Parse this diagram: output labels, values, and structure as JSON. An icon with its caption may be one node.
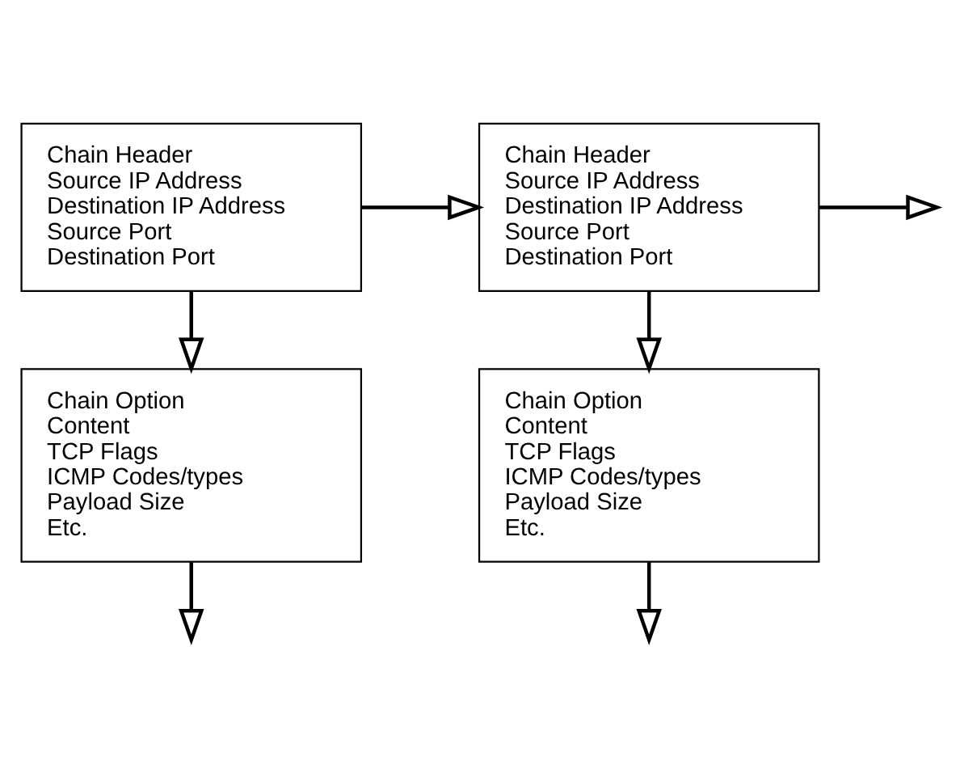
{
  "diagram": {
    "nodes": [
      {
        "text": [
          "Chain Header",
          "Source IP Address",
          "Destination IP Address",
          "Source Port",
          "Destination Port"
        ]
      },
      {
        "text": [
          "Chain Header",
          "Source IP Address",
          "Destination IP Address",
          "Source Port",
          "Destination Port"
        ]
      },
      {
        "text": [
          "Chain Option",
          "Content",
          "TCP Flags",
          "ICMP Codes/types",
          "Payload Size",
          "Etc."
        ]
      },
      {
        "text": [
          "Chain Option",
          "Content",
          "TCP Flags",
          "ICMP Codes/types",
          "Payload Size",
          "Etc."
        ]
      }
    ],
    "edges": [
      {
        "from": 0,
        "to": 1,
        "arrow": "to"
      },
      {
        "from": 1,
        "to": null,
        "arrow": "to"
      },
      {
        "from": 0,
        "to": 2,
        "arrow": "to"
      },
      {
        "from": 1,
        "to": 3,
        "arrow": "to"
      },
      {
        "from": 2,
        "to": null,
        "arrow": "to"
      },
      {
        "from": 3,
        "to": null,
        "arrow": "to"
      }
    ]
  }
}
